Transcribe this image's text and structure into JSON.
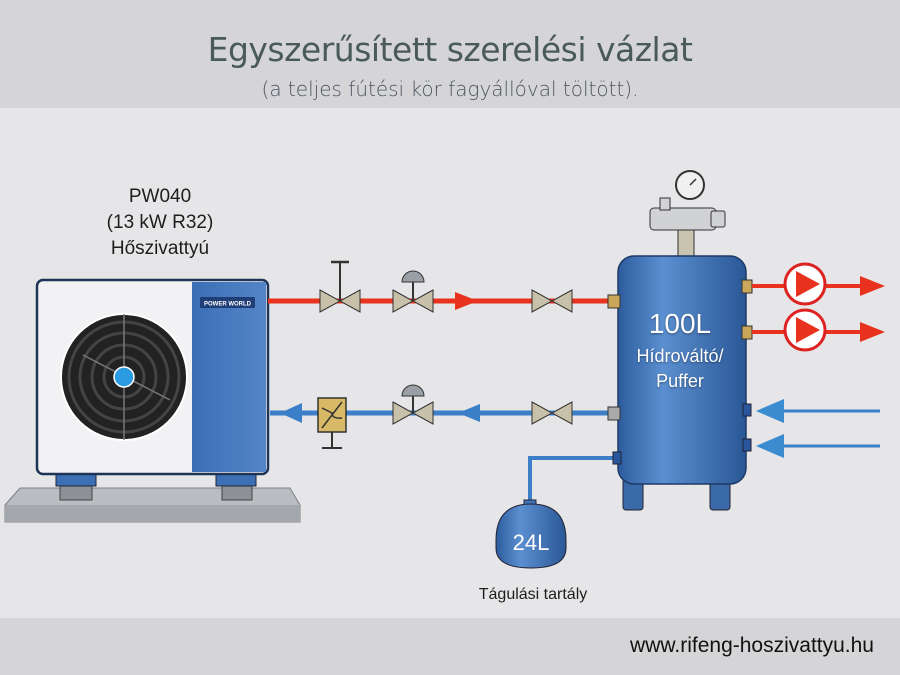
{
  "header": {
    "title": "Egyszerűsített szerelési vázlat",
    "subtitle": "(a teljes fútési kör fagyállóval töltött)."
  },
  "heat_pump": {
    "model": "PW040",
    "spec": "(13 kW R32)",
    "name": "Hőszivattyú",
    "brand": "POWER WORLD"
  },
  "buffer_tank": {
    "volume": "100L",
    "line1": "Hídrováltó/",
    "line2": "Puffer"
  },
  "expansion_tank": {
    "volume": "24L",
    "label": "Tágulási tartály"
  },
  "footer": {
    "url": "www.rifeng-hoszivattyu.hu"
  },
  "colors": {
    "supply_pipe": "#e8321e",
    "return_pipe": "#3a7fc8",
    "tank_blue": "#3d74b8",
    "title": "#4a5a5a"
  }
}
